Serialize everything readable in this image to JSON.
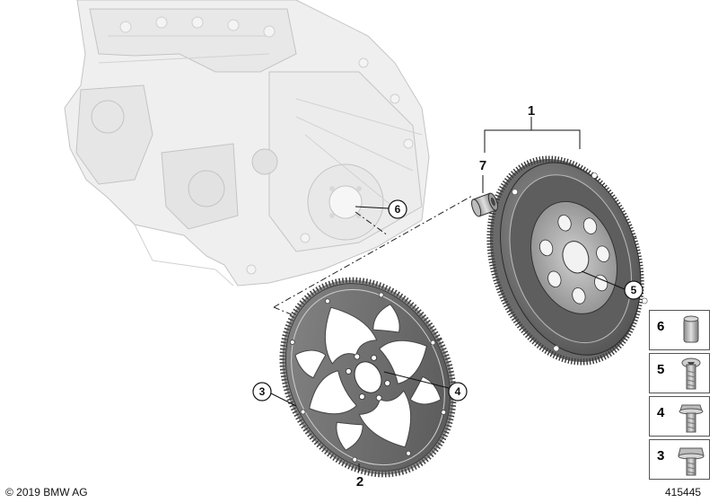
{
  "callouts": {
    "c1": "1",
    "c2": "2",
    "c3": "3",
    "c4": "4",
    "c5": "5",
    "c6": "6",
    "c7": "7"
  },
  "legend": [
    {
      "number": "6",
      "icon": "dowel-pin-icon"
    },
    {
      "number": "5",
      "icon": "socket-bolt-icon"
    },
    {
      "number": "4",
      "icon": "flange-bolt-icon"
    },
    {
      "number": "3",
      "icon": "hex-bolt-icon"
    }
  ],
  "footer": {
    "copyright": "© 2019 BMW AG",
    "diagram_id": "415445"
  }
}
